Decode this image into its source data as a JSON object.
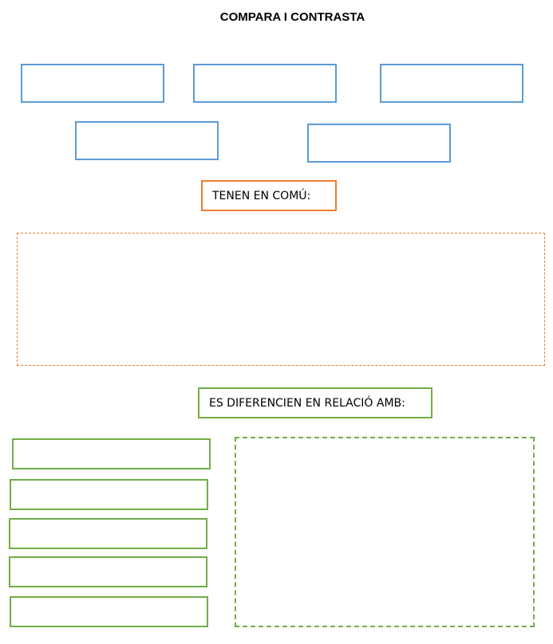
{
  "title": "COMPARA I CONTRASTA",
  "common_label": "TENEN EN COMÚ:",
  "differ_label": "ES DIFERENCIEN EN RELACIÓ AMB:"
}
